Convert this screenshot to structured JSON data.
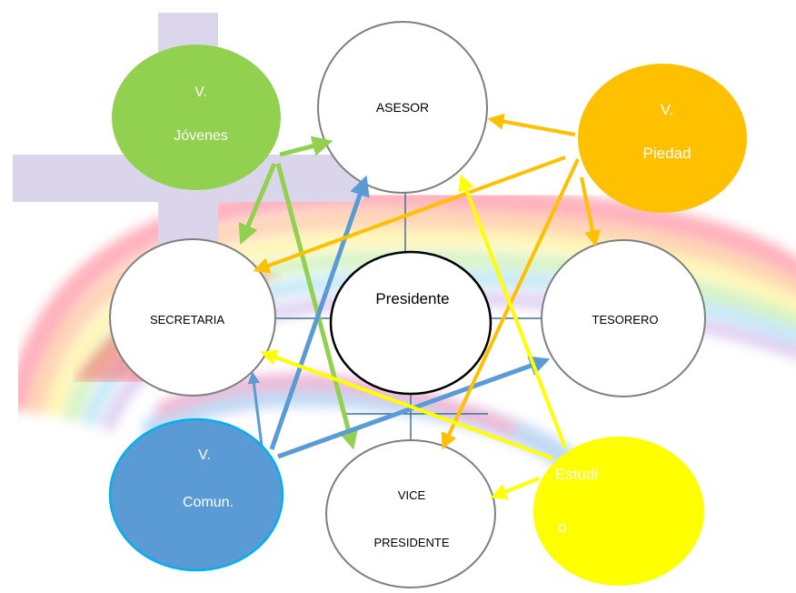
{
  "nodes": {
    "asesor": {
      "lines": [
        "ASESOR"
      ]
    },
    "presidente": {
      "lines": [
        "Presidente"
      ]
    },
    "secretaria": {
      "lines": [
        "SECRETARIA"
      ]
    },
    "tesorero": {
      "lines": [
        "TESORERO"
      ]
    },
    "vicepresidente": {
      "lines": [
        "VICE",
        "PRESIDENTE"
      ]
    },
    "v_jovenes": {
      "lines": [
        "V.",
        "Jóvenes"
      ],
      "color": "#92d050"
    },
    "v_piedad": {
      "lines": [
        "V.",
        "Piedad"
      ],
      "color": "#ffc000"
    },
    "v_comun": {
      "lines": [
        "V.",
        "Comun."
      ],
      "color": "#5b9bd5"
    },
    "estudio": {
      "lines": [
        "Estudi",
        "o"
      ],
      "color": "#ffff00"
    }
  },
  "colors": {
    "connector": "#41719c",
    "node_border": "#7f7f7f",
    "presidente_border": "#000000",
    "arrow_green": "#92d050",
    "arrow_orange": "#ffc000",
    "arrow_blue": "#5b9bd5",
    "arrow_yellow": "#ffff00",
    "watermark_cross": "#cfc8e6"
  }
}
